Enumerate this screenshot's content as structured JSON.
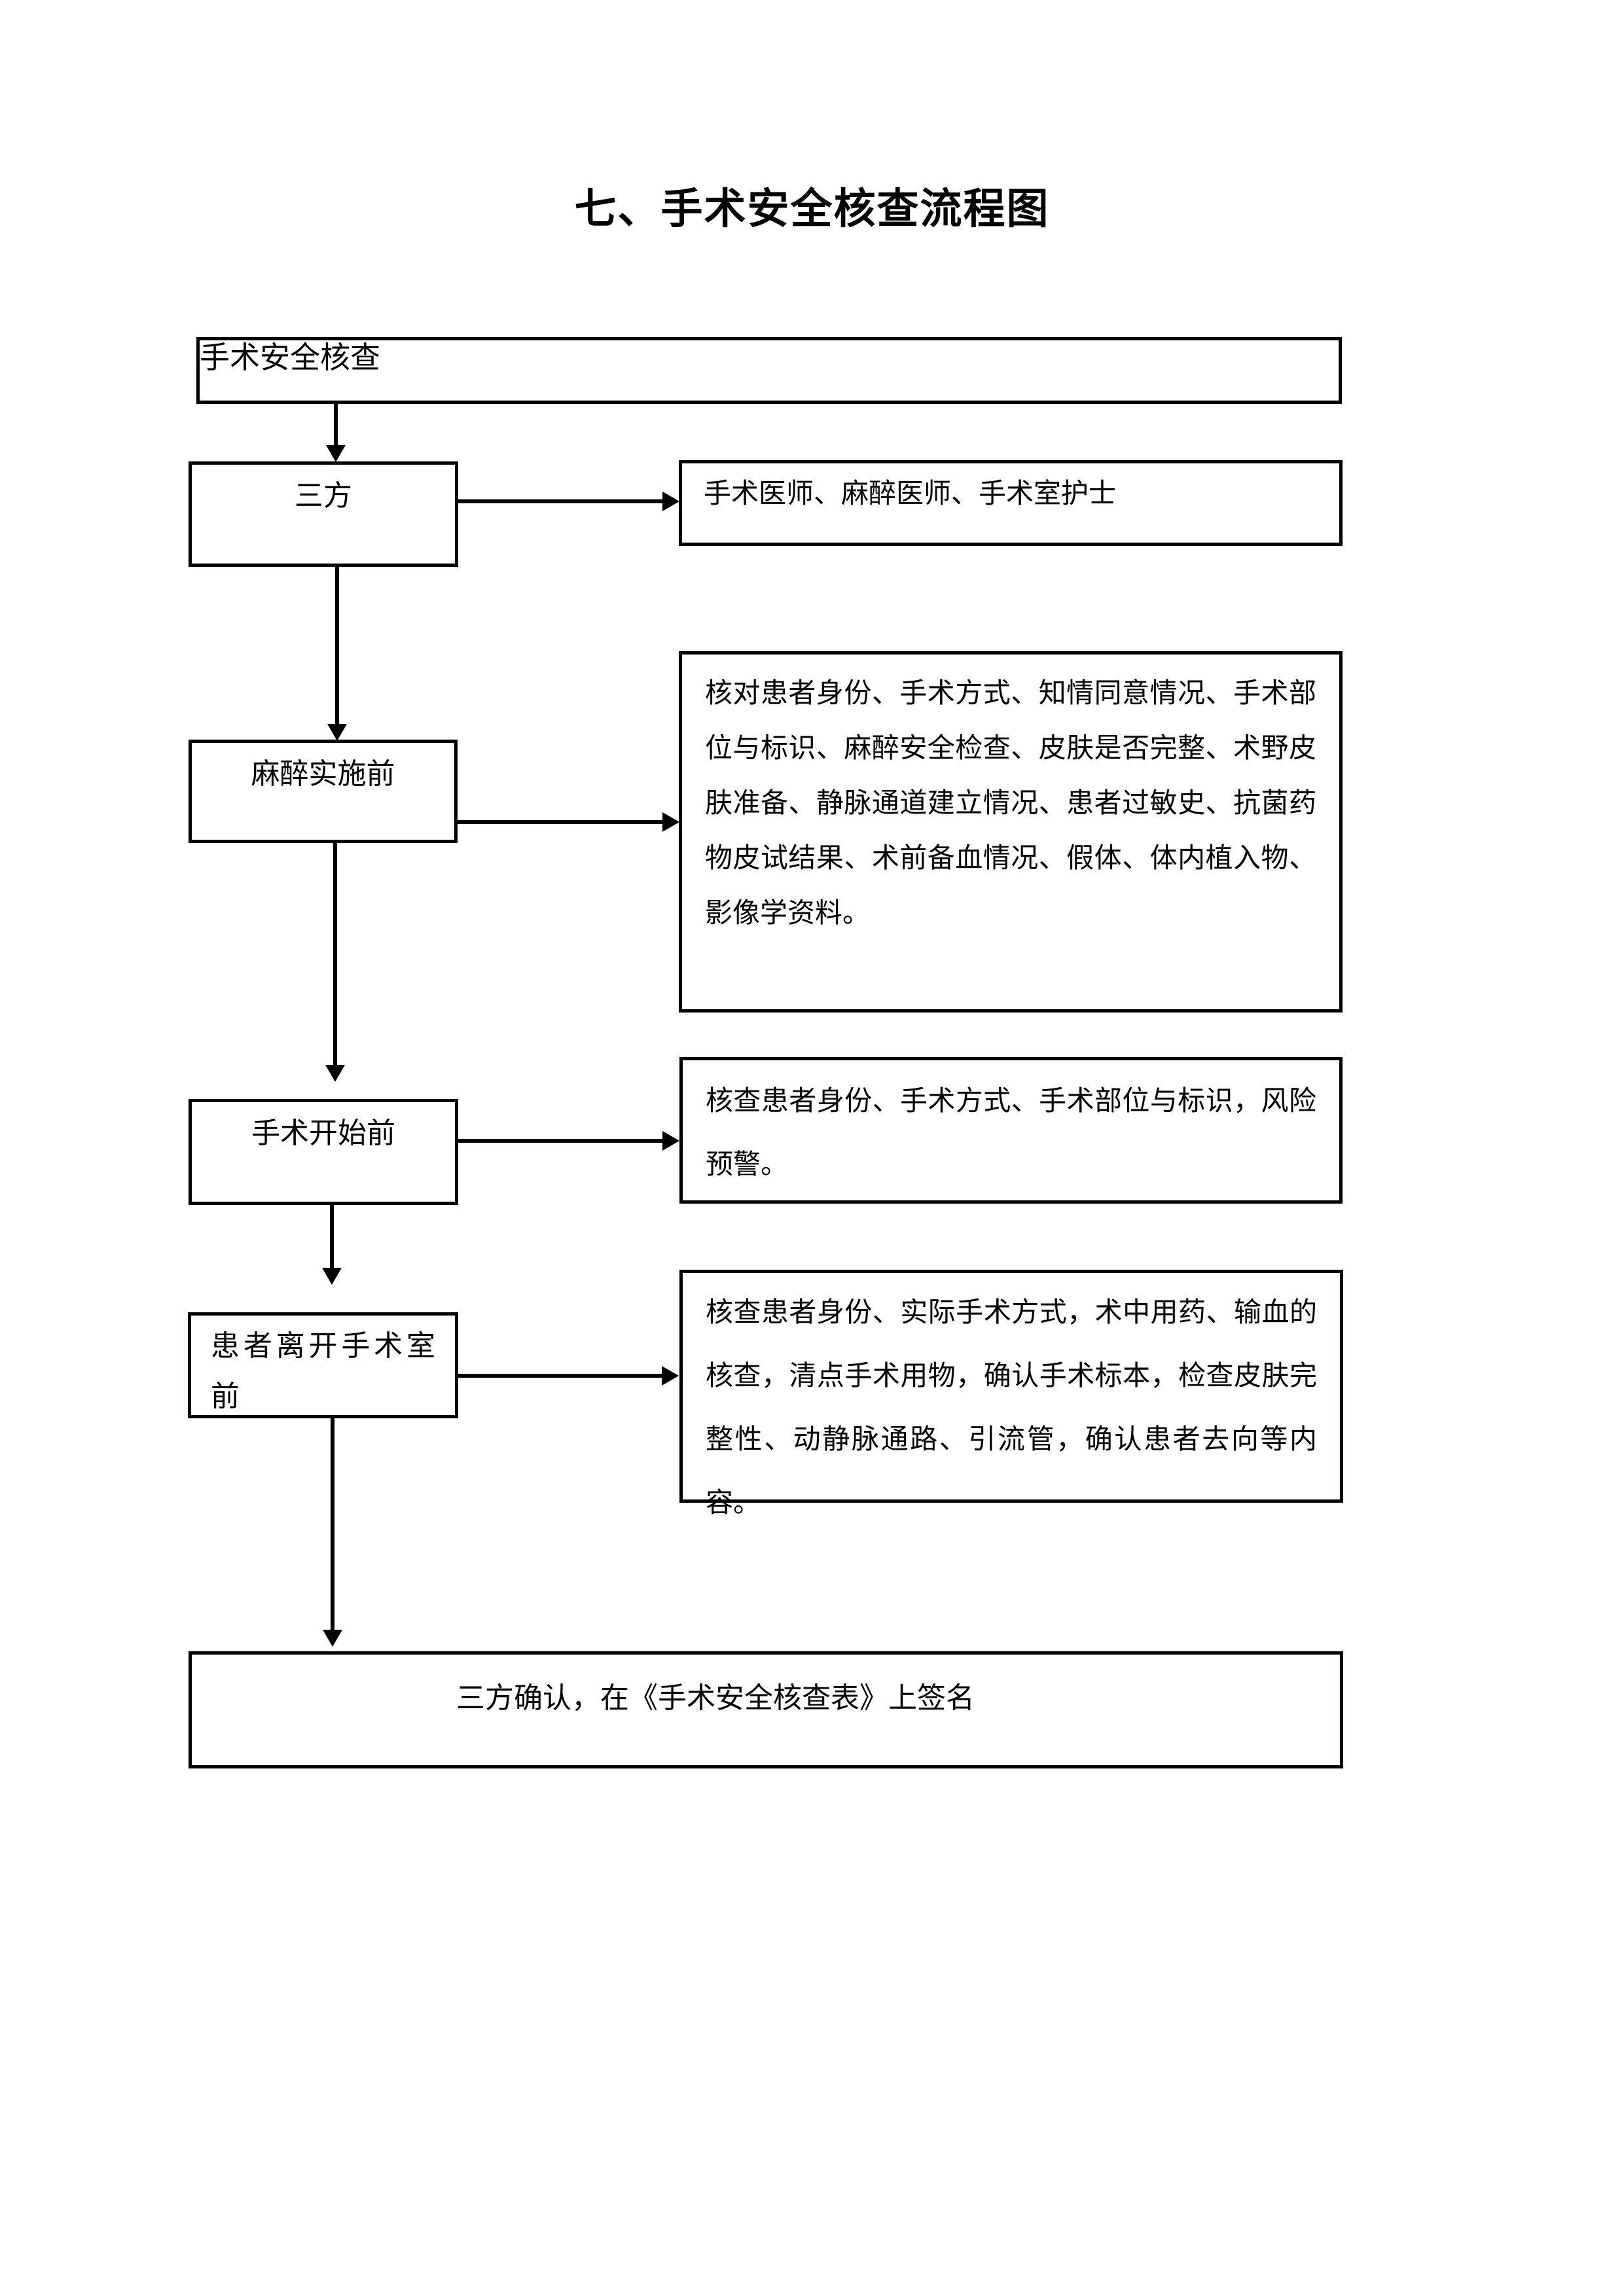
{
  "page": {
    "title": "七、手术安全核查流程图"
  },
  "flowchart": {
    "root_label": "手术安全核查",
    "steps": [
      {
        "label": "三方",
        "note": "手术医师、麻醉医师、手术室护士"
      },
      {
        "label": "麻醉实施前",
        "note": "核对患者身份、手术方式、知情同意情况、手术部位与标识、麻醉安全检查、皮肤是否完整、术野皮肤准备、静脉通道建立情况、患者过敏史、抗菌药物皮试结果、术前备血情况、假体、体内植入物、影像学资料。"
      },
      {
        "label": "手术开始前",
        "note": "核查患者身份、手术方式、手术部位与标识，风险预警。"
      },
      {
        "label": "患者离开手术室前",
        "note": "核查患者身份、实际手术方式，术中用药、输血的核查，清点手术用物，确认手术标本，检查皮肤完整性、动静脉通路、引流管，确认患者去向等内容。"
      }
    ],
    "footer_label": "三方确认，在《手术安全核查表》上签名"
  }
}
